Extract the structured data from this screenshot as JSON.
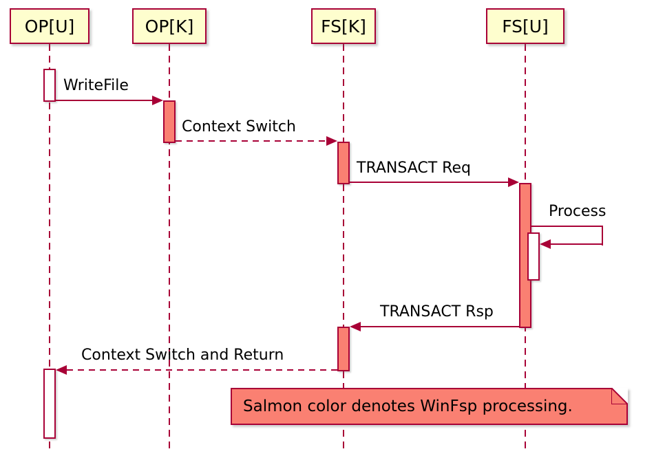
{
  "diagram": {
    "type": "sequence-diagram",
    "participants": [
      {
        "id": "op-u",
        "label": "OP[U]"
      },
      {
        "id": "op-k",
        "label": "OP[K]"
      },
      {
        "id": "fs-k",
        "label": "FS[K]"
      },
      {
        "id": "fs-u",
        "label": "FS[U]"
      }
    ],
    "messages": [
      {
        "label": "WriteFile",
        "from": "OP[U]",
        "to": "OP[K]",
        "line": "solid",
        "direction": "right"
      },
      {
        "label": "Context Switch",
        "from": "OP[K]",
        "to": "FS[K]",
        "line": "dashed",
        "direction": "right"
      },
      {
        "label": "TRANSACT Req",
        "from": "FS[K]",
        "to": "FS[U]",
        "line": "solid",
        "direction": "right"
      },
      {
        "label": "Process",
        "from": "FS[U]",
        "to": "FS[U]",
        "line": "solid",
        "direction": "self"
      },
      {
        "label": "TRANSACT Rsp",
        "from": "FS[U]",
        "to": "FS[K]",
        "line": "solid",
        "direction": "left"
      },
      {
        "label": "Context Switch and Return",
        "from": "FS[K]",
        "to": "OP[U]",
        "line": "dashed",
        "direction": "left"
      }
    ],
    "note": {
      "text": "Salmon color denotes WinFsp processing."
    },
    "colors": {
      "line": "#A80036",
      "participant_fill": "#FEFECE",
      "salmon_fill": "#FA8072",
      "activation_plain_fill": "#FFFFFF",
      "text": "#000000",
      "background": "#FFFFFF"
    }
  }
}
